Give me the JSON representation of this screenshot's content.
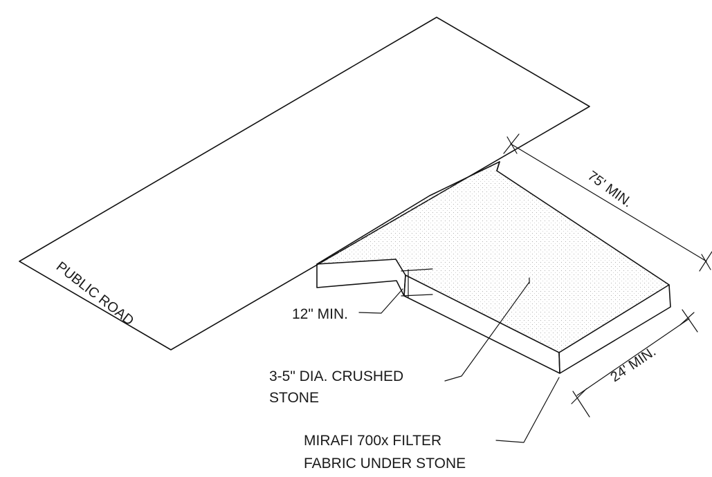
{
  "labels": {
    "public_road": "PUBLIC ROAD",
    "length": "75' MIN.",
    "width": "24' MIN.",
    "thickness": "12\" MIN.",
    "stone_line1": "3-5\" DIA. CRUSHED",
    "stone_line2": "STONE",
    "fabric_line1": "MIRAFI 700x FILTER",
    "fabric_line2": "FABRIC UNDER STONE"
  }
}
